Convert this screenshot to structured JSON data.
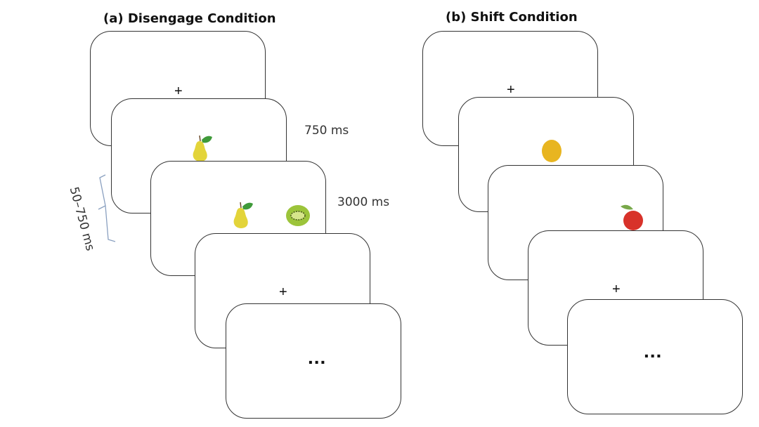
{
  "panel_a": {
    "title": "(a) Disengage Condition",
    "fixation": "+",
    "timing_cue": "750 ms",
    "timing_target": "3000 ms",
    "interval": "50–750 ms",
    "ellipsis": "..."
  },
  "panel_b": {
    "title": "(b) Shift Condition",
    "fixation": "+",
    "ellipsis": "..."
  }
}
